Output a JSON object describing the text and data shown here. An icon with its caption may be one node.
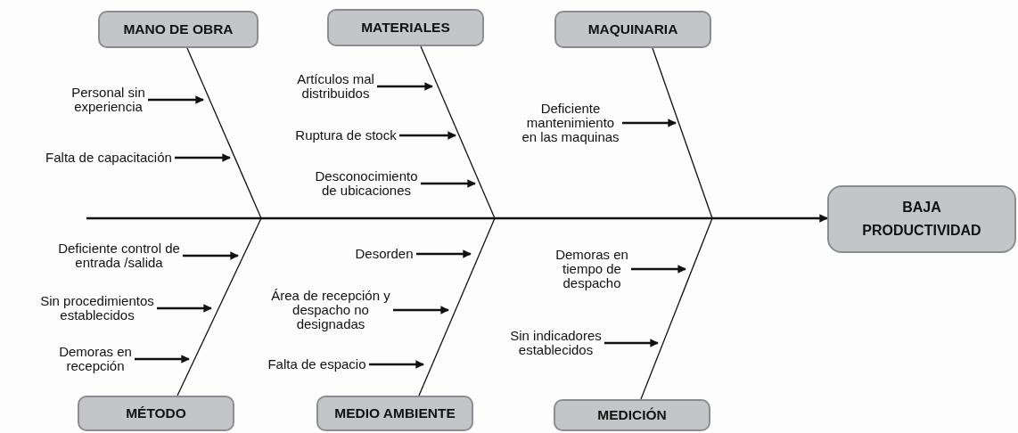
{
  "diagram": {
    "nodes": [
      {
        "text": [
          "MANO DE OBRA"
        ]
      },
      {
        "text": [
          "MATERIALES"
        ]
      },
      {
        "text": [
          "MAQUINARIA"
        ]
      },
      {
        "text": [
          "Personal sin experiencia"
        ]
      },
      {
        "text": [
          "Falta de capacitación"
        ]
      },
      {
        "text": [
          "Artículos mal distribuidos"
        ]
      },
      {
        "text": [
          "Ruptura de stock"
        ]
      },
      {
        "text": [
          "Desconocimiento de ubicaciones"
        ]
      },
      {
        "text": [
          "Deficiente mantenimiento en las maquinas"
        ]
      },
      {
        "text": [
          "BAJA PRODUCTIVIDAD"
        ]
      },
      {
        "text": [
          "Deficiente control de entrada /salida"
        ]
      },
      {
        "text": [
          "Desorden"
        ]
      },
      {
        "text": [
          "Demoras en tiempo de despacho"
        ]
      },
      {
        "text": [
          "Sin procedimientos establecidos"
        ]
      },
      {
        "text": [
          "Área de recepción y despacho no designadas"
        ]
      },
      {
        "text": [
          "Sin indicadores establecidos"
        ]
      },
      {
        "text": [
          "Demoras en recepción"
        ]
      },
      {
        "text": [
          "Falta de espacio"
        ]
      },
      {
        "text": [
          "MÉTODO"
        ]
      },
      {
        "text": [
          "MEDIO AMBIENTE"
        ]
      },
      {
        "text": [
          "MEDICIÓN"
        ]
      }
    ],
    "edges": [
      {
        "from": null,
        "to": 9,
        "arrow": "to"
      },
      {
        "from": 0,
        "to": null,
        "arrow": "none"
      },
      {
        "from": 1,
        "to": null,
        "arrow": "none"
      },
      {
        "from": 2,
        "to": null,
        "arrow": "none"
      },
      {
        "from": 18,
        "to": null,
        "arrow": "none"
      },
      {
        "from": 19,
        "to": null,
        "arrow": "none"
      },
      {
        "from": 20,
        "to": null,
        "arrow": "none"
      },
      {
        "from": 3,
        "to": null,
        "arrow": "to"
      },
      {
        "from": 4,
        "to": null,
        "arrow": "to"
      },
      {
        "from": 5,
        "to": null,
        "arrow": "to"
      },
      {
        "from": 6,
        "to": null,
        "arrow": "to"
      },
      {
        "from": 7,
        "to": null,
        "arrow": "to"
      },
      {
        "from": 8,
        "to": null,
        "arrow": "to"
      },
      {
        "from": 10,
        "to": null,
        "arrow": "to"
      },
      {
        "from": 11,
        "to": null,
        "arrow": "to"
      },
      {
        "from": 12,
        "to": null,
        "arrow": "to"
      },
      {
        "from": 13,
        "to": null,
        "arrow": "to"
      },
      {
        "from": 14,
        "to": null,
        "arrow": "to"
      },
      {
        "from": 15,
        "to": null,
        "arrow": "to"
      },
      {
        "from": 16,
        "to": null,
        "arrow": "to"
      },
      {
        "from": 17,
        "to": null,
        "arrow": "to"
      }
    ]
  }
}
